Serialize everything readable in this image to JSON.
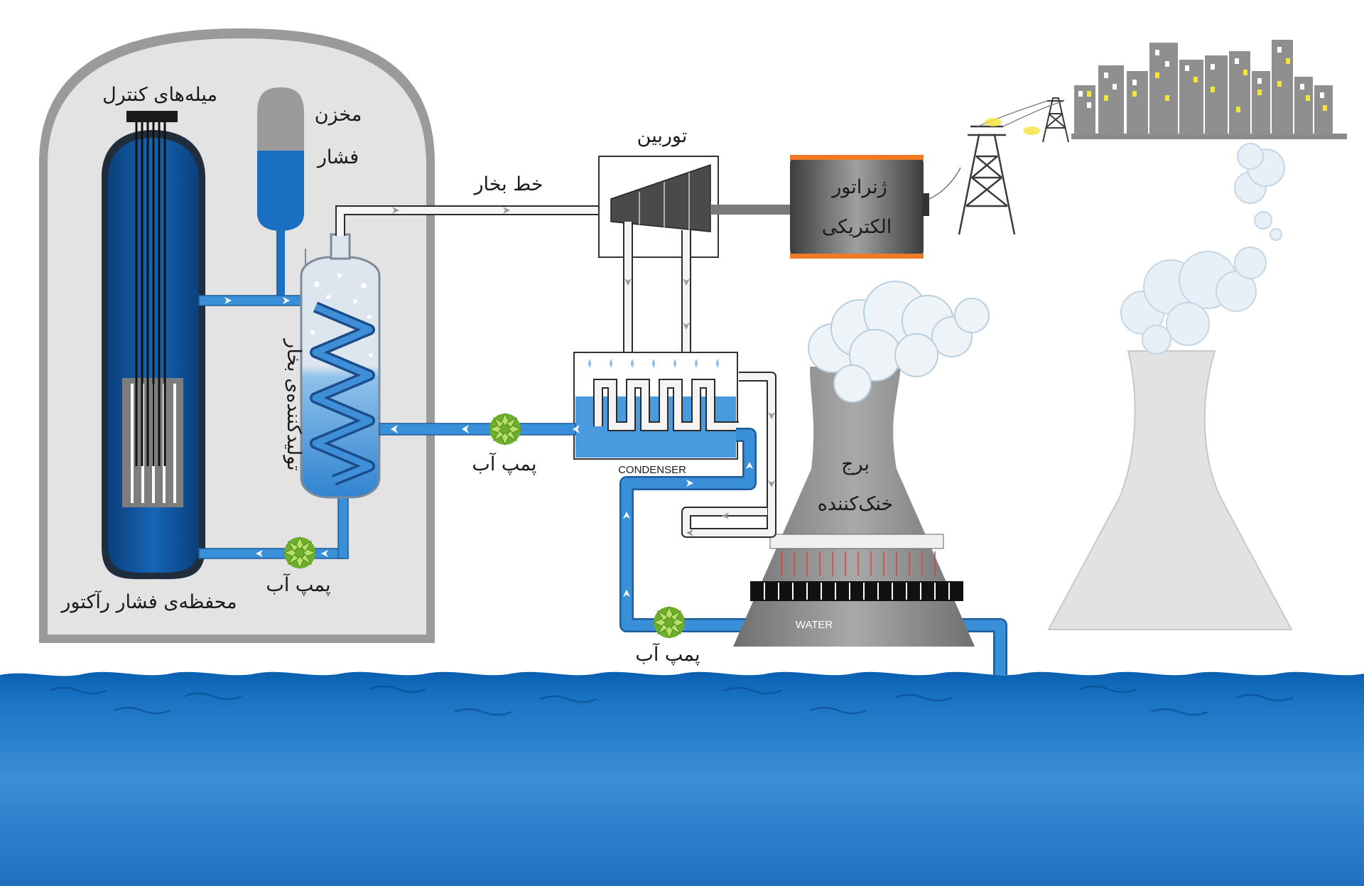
{
  "labels": {
    "control_rods": "میله‌های کنترل",
    "pressurizer_line1": "مخزن",
    "pressurizer_line2": "فشار",
    "reactor_vessel": "محفظه‌ی فشار رآکتور",
    "steam_generator": "تولیدکننده‌ی بخار",
    "steam_line": "خط بخار",
    "turbine": "توربین",
    "generator_line1": "ژنراتور",
    "generator_line2": "الکتریکی",
    "pump_1": "پمپ آب",
    "pump_2": "پمپ آب",
    "pump_3": "پمپ آب",
    "condenser": "CONDENSER",
    "cooling_tower_line1": "برج",
    "cooling_tower_line2": "خنک‌کننده",
    "water": "WATER"
  },
  "colors": {
    "water_dark": "#0a5fb0",
    "water_light": "#3f92d9",
    "pipe_blue": "#3a90d8",
    "containment": "#9a9a9a",
    "vessel_blue": "#0f5bab",
    "generator_orange": "#f07b22",
    "pump_green": "#8dc63f",
    "window_yellow": "#f2e63a"
  }
}
